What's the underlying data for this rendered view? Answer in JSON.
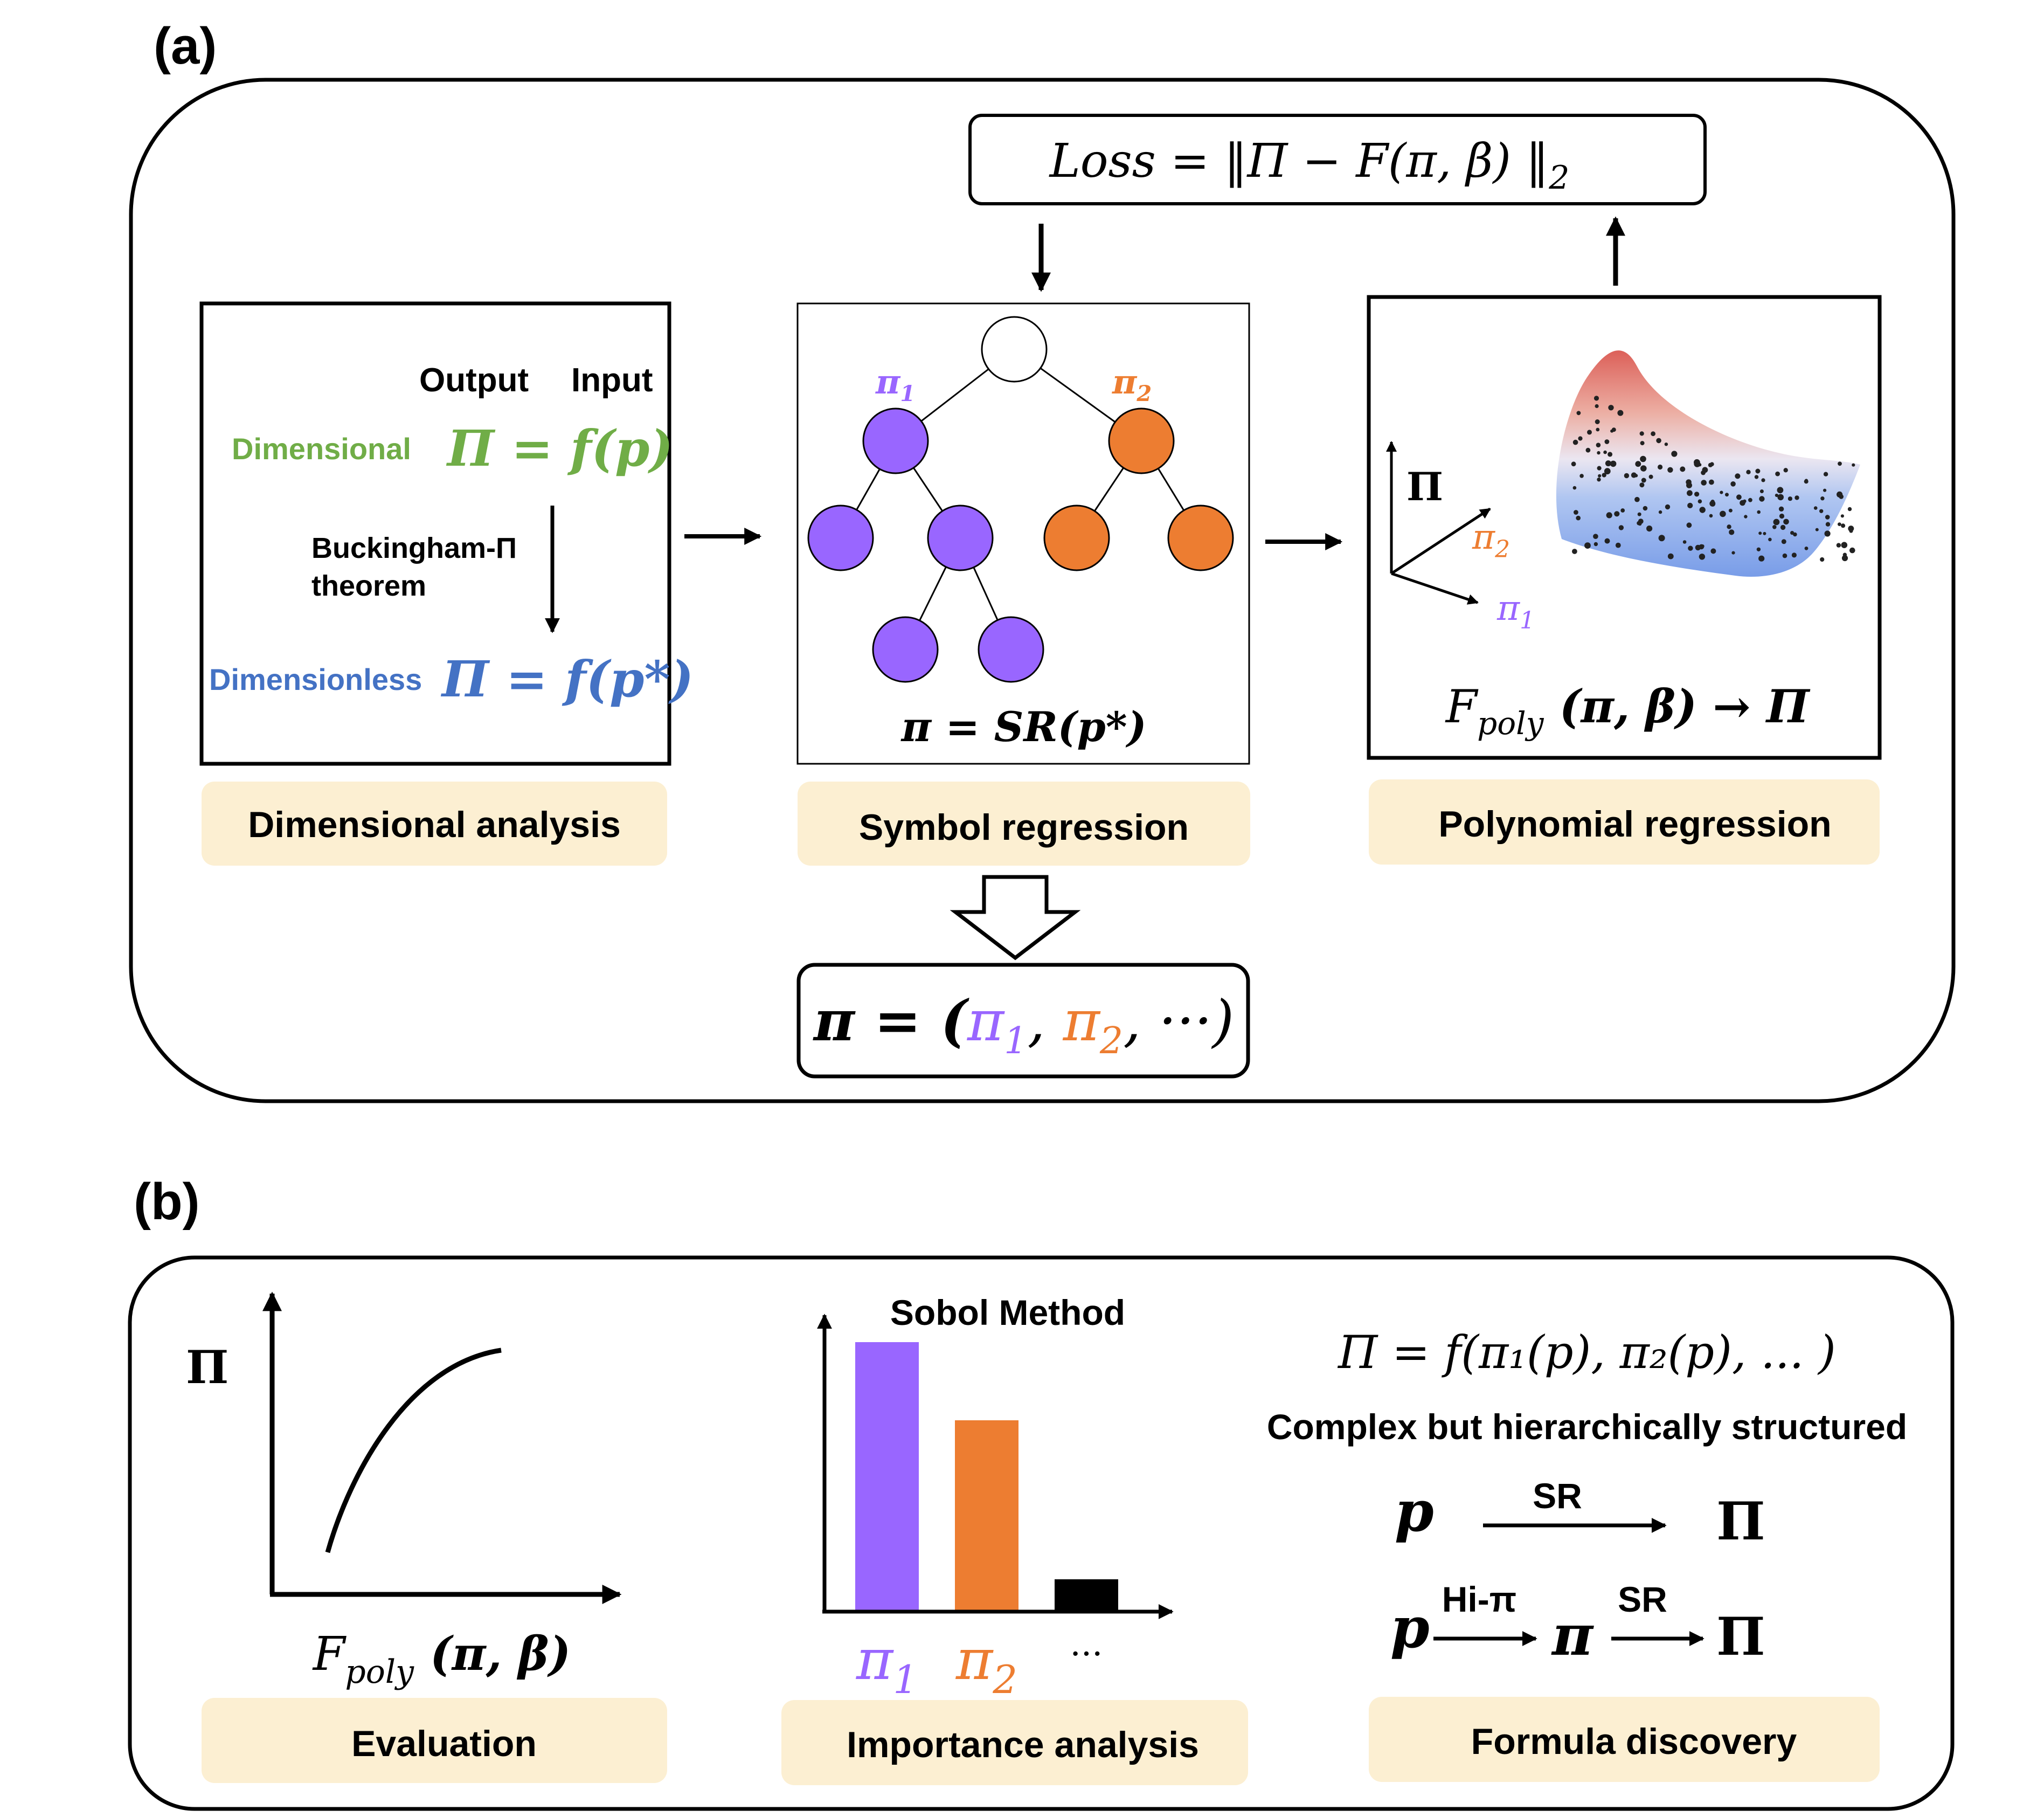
{
  "colors": {
    "purple": "#9966ff",
    "orange": "#ed7d31",
    "green": "#70ad47",
    "blue": "#4472c4",
    "label_bg": "#fcefd2",
    "frame": "#000000"
  },
  "panel_a": {
    "label": "(a)",
    "loss": {
      "text": "Loss = ‖Π − F(π, β) ‖",
      "sub": "2"
    },
    "dimensional": {
      "output_header": "Output",
      "input_header": "Input",
      "dimensional_label": "Dimensional",
      "dimensional_eq": "Π = f(p)",
      "theorem_line1": "Buckingham-Π",
      "theorem_line2": "theorem",
      "dimensionless_label": "Dimensionless",
      "dimensionless_eq": "Π = f(p*)",
      "caption": "Dimensional analysis"
    },
    "symbol": {
      "pi1_label": "π",
      "pi1_sub": "1",
      "pi2_label": "π",
      "pi2_sub": "2",
      "equation": "π = SR(p*)",
      "caption": "Symbol regression",
      "icon": "expression-tree-icon"
    },
    "polynomial": {
      "axis_pi": "Π",
      "axis_pi2": "π",
      "axis_pi2_sub": "2",
      "axis_pi1": "π",
      "axis_pi1_sub": "1",
      "equation_f": "F",
      "equation_sub": "poly",
      "equation_rest": " (π, β) → Π",
      "caption": "Polynomial regression",
      "icon": "surface-scatter-icon"
    },
    "result": {
      "open": "π = (",
      "pi1": "π",
      "pi1_sub": "1",
      "comma1": ", ",
      "pi2": "π",
      "pi2_sub": "2",
      "close": ", ···)"
    }
  },
  "panel_b": {
    "label": "(b)",
    "evaluation": {
      "y_label": "Π",
      "x_f": "F",
      "x_sub": "poly",
      "x_rest": " (π, β)",
      "caption": "Evaluation",
      "icon": "curve-plot-icon"
    },
    "importance": {
      "title": "Sobol Method",
      "bars": [
        {
          "label": "π",
          "sub": "1",
          "value": 1.0,
          "color": "#9966ff"
        },
        {
          "label": "π",
          "sub": "2",
          "value": 0.71,
          "color": "#ed7d31"
        },
        {
          "label": "···",
          "sub": "",
          "value": 0.12,
          "color": "#000000"
        }
      ],
      "caption": "Importance analysis"
    },
    "formula": {
      "equation": "Π = f(π₁(p), π₂(p), ... )",
      "subtitle": "Complex but hierarchically structured",
      "row1_from": "p",
      "row1_arrow": "SR",
      "row1_to": "Π",
      "row2_from": "p",
      "row2_arrow1": "Hi-π",
      "row2_mid": "π",
      "row2_arrow2": "SR",
      "row2_to": "Π",
      "caption": "Formula discovery"
    }
  }
}
